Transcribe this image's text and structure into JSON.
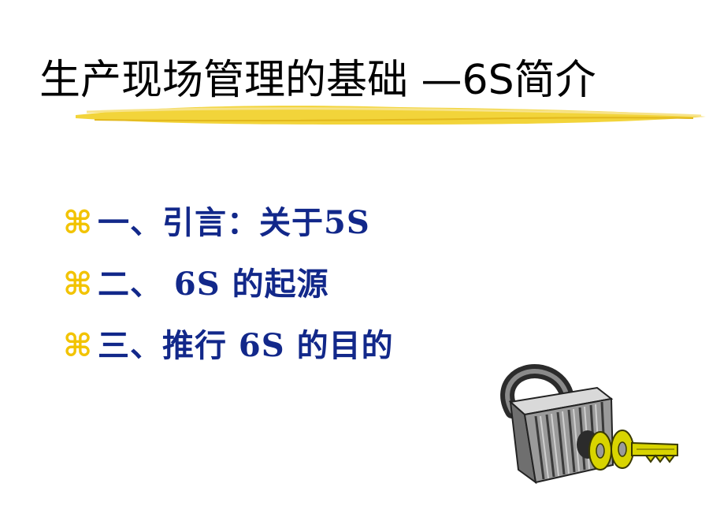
{
  "slide": {
    "title": "生产现场管理的基础 —6S简介",
    "bullet_glyph": "⌘",
    "items": [
      {
        "text": "一、引言：关于5S"
      },
      {
        "text": "二、 6S 的起源"
      },
      {
        "text": "三、推行 6S 的目的"
      }
    ],
    "colors": {
      "bullet": "#f2c300",
      "item_text": "#12288a",
      "title": "#000000",
      "underline": "#f2d43a"
    },
    "decoration": {
      "underline": "yellow-brush-stroke",
      "illustration": "padlock-with-key-icon"
    }
  }
}
